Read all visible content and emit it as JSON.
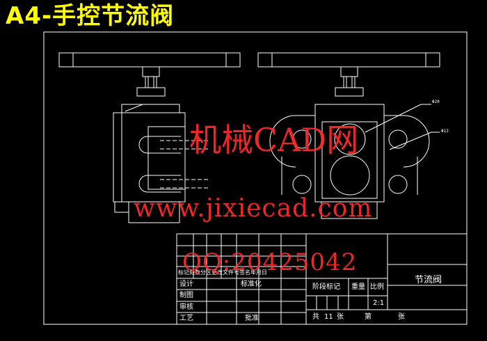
{
  "title": "A4-手控节流阀",
  "watermark": {
    "line1": "机械CAD网",
    "line2": "www.jixiecad.com",
    "line3": "QQ:20425042"
  },
  "dimensions": {
    "d1": "Φ20",
    "d2": "Φ12"
  },
  "title_block": {
    "drawing_name": "节流阀",
    "row_header": "标记处数分区更改文件号签名年月日",
    "designer": "设计",
    "standardization": "标准化",
    "drafting": "制图",
    "review": "审核",
    "process": "工艺",
    "approve": "批准",
    "stage_mark": "阶段标记",
    "weight": "重量",
    "scale": "比例",
    "scale_value": "2:1",
    "total": "共",
    "total_count": "11",
    "sheets": "张",
    "sheet_no": "第",
    "sheets2": "张"
  },
  "colors": {
    "line": "#ffffff",
    "title": "#ffff00",
    "watermark": "#ff2b2b"
  }
}
